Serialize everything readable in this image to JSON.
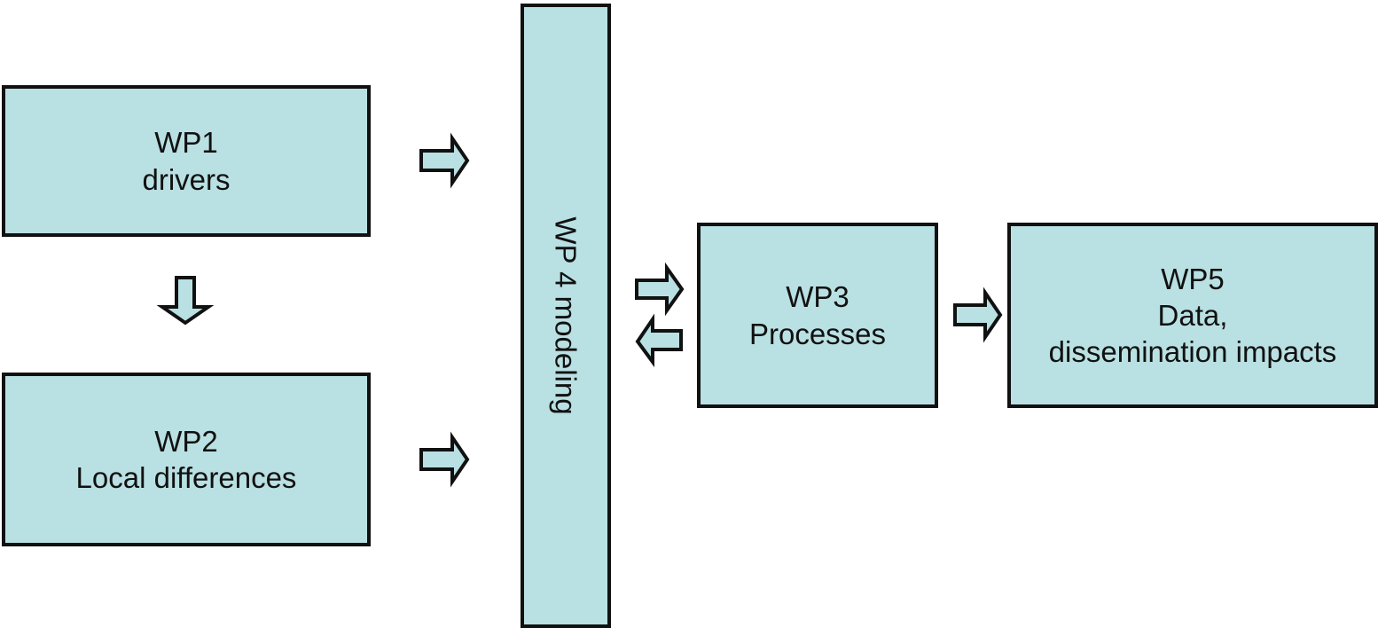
{
  "colors": {
    "box_fill": "#b9e0e2",
    "border": "#111111",
    "arrow_fill": "#b9e0e2"
  },
  "wp1": {
    "line1": "WP1",
    "line2": "drivers"
  },
  "wp2": {
    "line1": "WP2",
    "line2": "Local differences"
  },
  "wp3": {
    "line1": "WP3",
    "line2": "Processes"
  },
  "wp4": {
    "label": "WP 4 modeling"
  },
  "wp5": {
    "line1": "WP5",
    "line2": "Data,",
    "line3": "dissemination impacts"
  },
  "arrows": [
    {
      "from": "wp1",
      "to": "wp2",
      "direction": "down"
    },
    {
      "from": "wp1",
      "to": "wp4",
      "direction": "right"
    },
    {
      "from": "wp2",
      "to": "wp4",
      "direction": "right"
    },
    {
      "from": "wp4",
      "to": "wp3",
      "direction": "right"
    },
    {
      "from": "wp3",
      "to": "wp4",
      "direction": "left"
    },
    {
      "from": "wp3",
      "to": "wp5",
      "direction": "right"
    }
  ]
}
